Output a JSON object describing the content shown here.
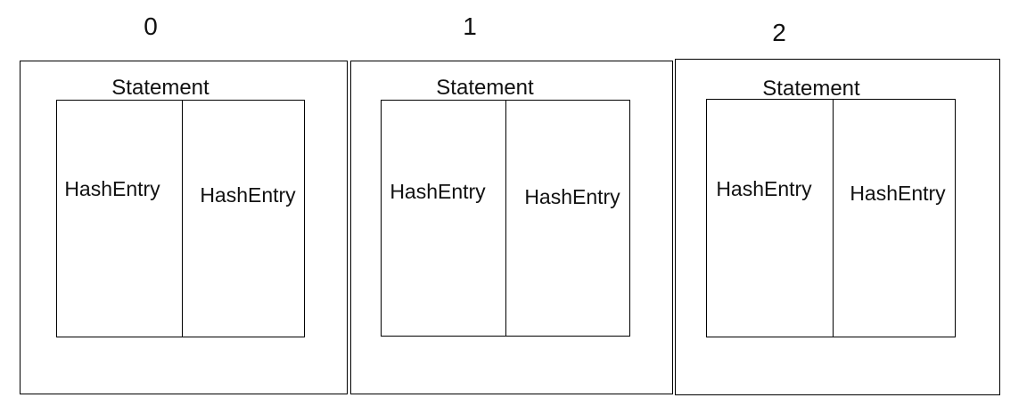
{
  "diagram": {
    "type": "hash-table-bucket-diagram",
    "colors": {
      "border": "#000000",
      "text": "#111111",
      "background": "#ffffff"
    },
    "buckets": [
      {
        "index": "0",
        "container_label": "Statement",
        "entries": [
          "HashEntry",
          "HashEntry"
        ]
      },
      {
        "index": "1",
        "container_label": "Statement",
        "entries": [
          "HashEntry",
          "HashEntry"
        ]
      },
      {
        "index": "2",
        "container_label": "Statement",
        "entries": [
          "HashEntry",
          "HashEntry"
        ]
      }
    ]
  }
}
